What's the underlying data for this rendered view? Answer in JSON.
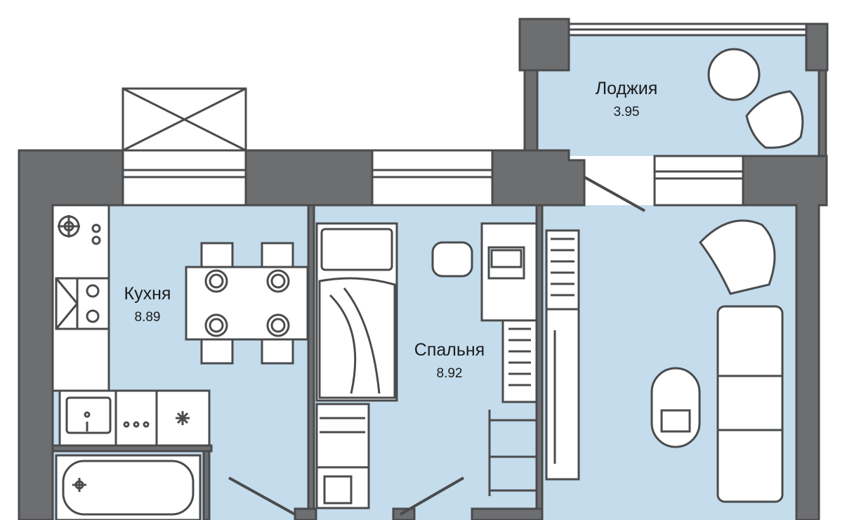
{
  "rooms": [
    {
      "name": "Лоджия",
      "area": "3.95"
    },
    {
      "name": "Кухня",
      "area": "8.89"
    },
    {
      "name": "Спальня",
      "area": "8.92"
    }
  ],
  "colors": {
    "floor": "#c4dcec",
    "wall": "#6d6e70",
    "line": "#4a4b4d",
    "furniture": "#ffffff"
  }
}
